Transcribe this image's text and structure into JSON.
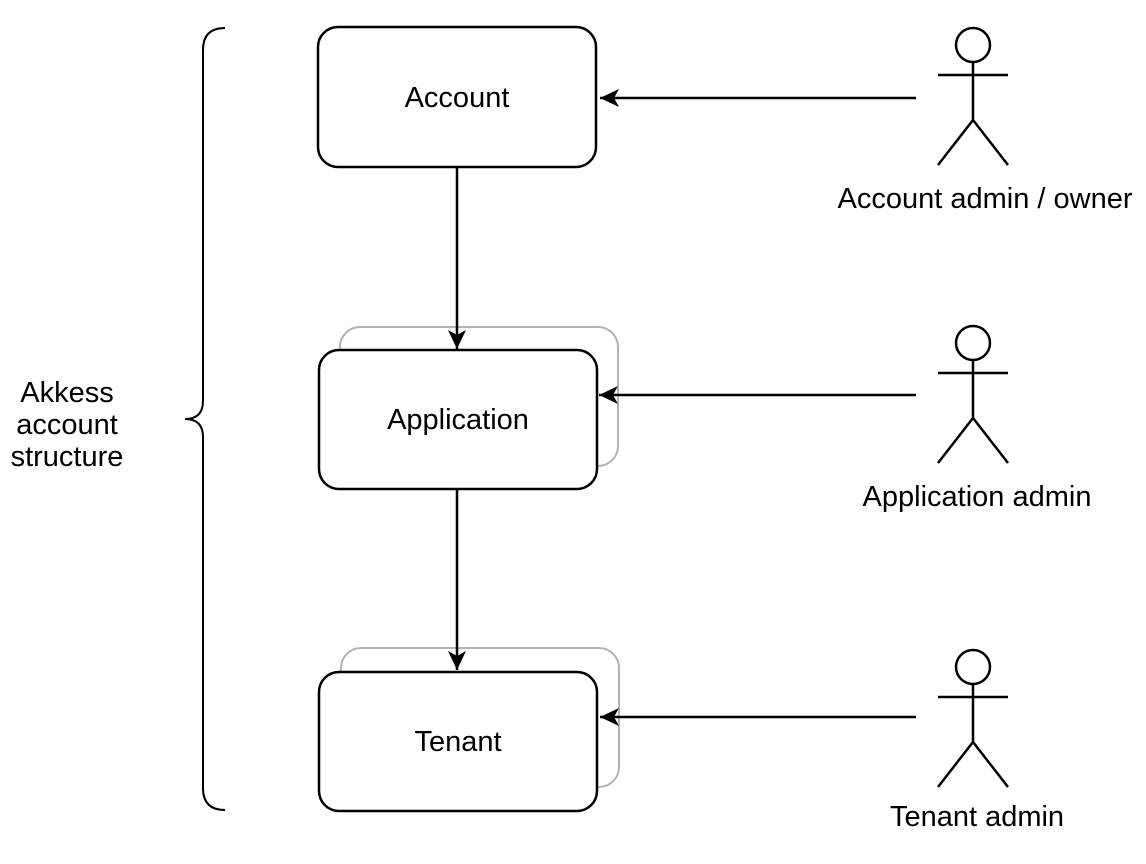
{
  "diagram": {
    "group_label": {
      "lines": [
        "Akkess",
        "account",
        "structure"
      ]
    },
    "nodes": [
      {
        "id": "account",
        "label": "Account",
        "stacked": false
      },
      {
        "id": "application",
        "label": "Application",
        "stacked": true
      },
      {
        "id": "tenant",
        "label": "Tenant",
        "stacked": true
      }
    ],
    "actors": [
      {
        "id": "account-admin",
        "label": "Account admin / owner"
      },
      {
        "id": "application-admin",
        "label": "Application admin"
      },
      {
        "id": "tenant-admin",
        "label": "Tenant admin"
      }
    ],
    "colors": {
      "line": "#000000",
      "shadow": "#b3b3b3",
      "fill": "#ffffff"
    }
  }
}
